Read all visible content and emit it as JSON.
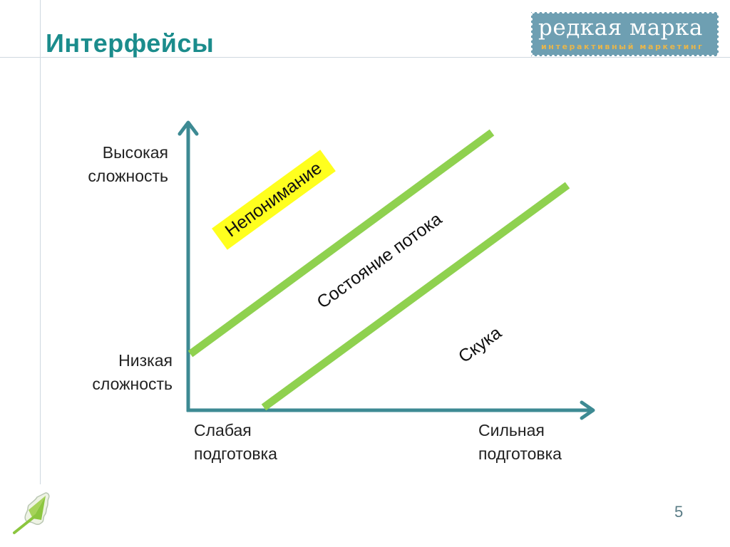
{
  "slide": {
    "title": "Интерфейсы",
    "page_number": "5"
  },
  "brand": {
    "logo_main": "редкая марка",
    "logo_sub": "интерактивный маркетинг",
    "logo_bg": "#6e9fb2",
    "logo_sub_color": "#e9b64a",
    "corner_icon": "green-stamp-arrow-icon"
  },
  "colors": {
    "title": "#1b8c8c",
    "axis": "#3d8a93",
    "boundary_lines": "#8fd14f",
    "highlight": "#ffff1e"
  },
  "diagram": {
    "y_axis": {
      "high_label": "Высокая сложность",
      "high_line1": "Высокая",
      "high_line2": "сложность",
      "low_label": "Низкая сложность",
      "low_line1": "Низкая",
      "low_line2": "сложность"
    },
    "x_axis": {
      "weak_label": "Слабая подготовка",
      "weak_line1": "Слабая",
      "weak_line2": "подготовка",
      "strong_label": "Сильная подготовка",
      "strong_line1": "Сильная",
      "strong_line2": "подготовка"
    },
    "regions": [
      {
        "label": "Непонимание",
        "highlighted": true
      },
      {
        "label": "Состояние потока",
        "highlighted": false
      },
      {
        "label": "Скука",
        "highlighted": false
      }
    ]
  }
}
